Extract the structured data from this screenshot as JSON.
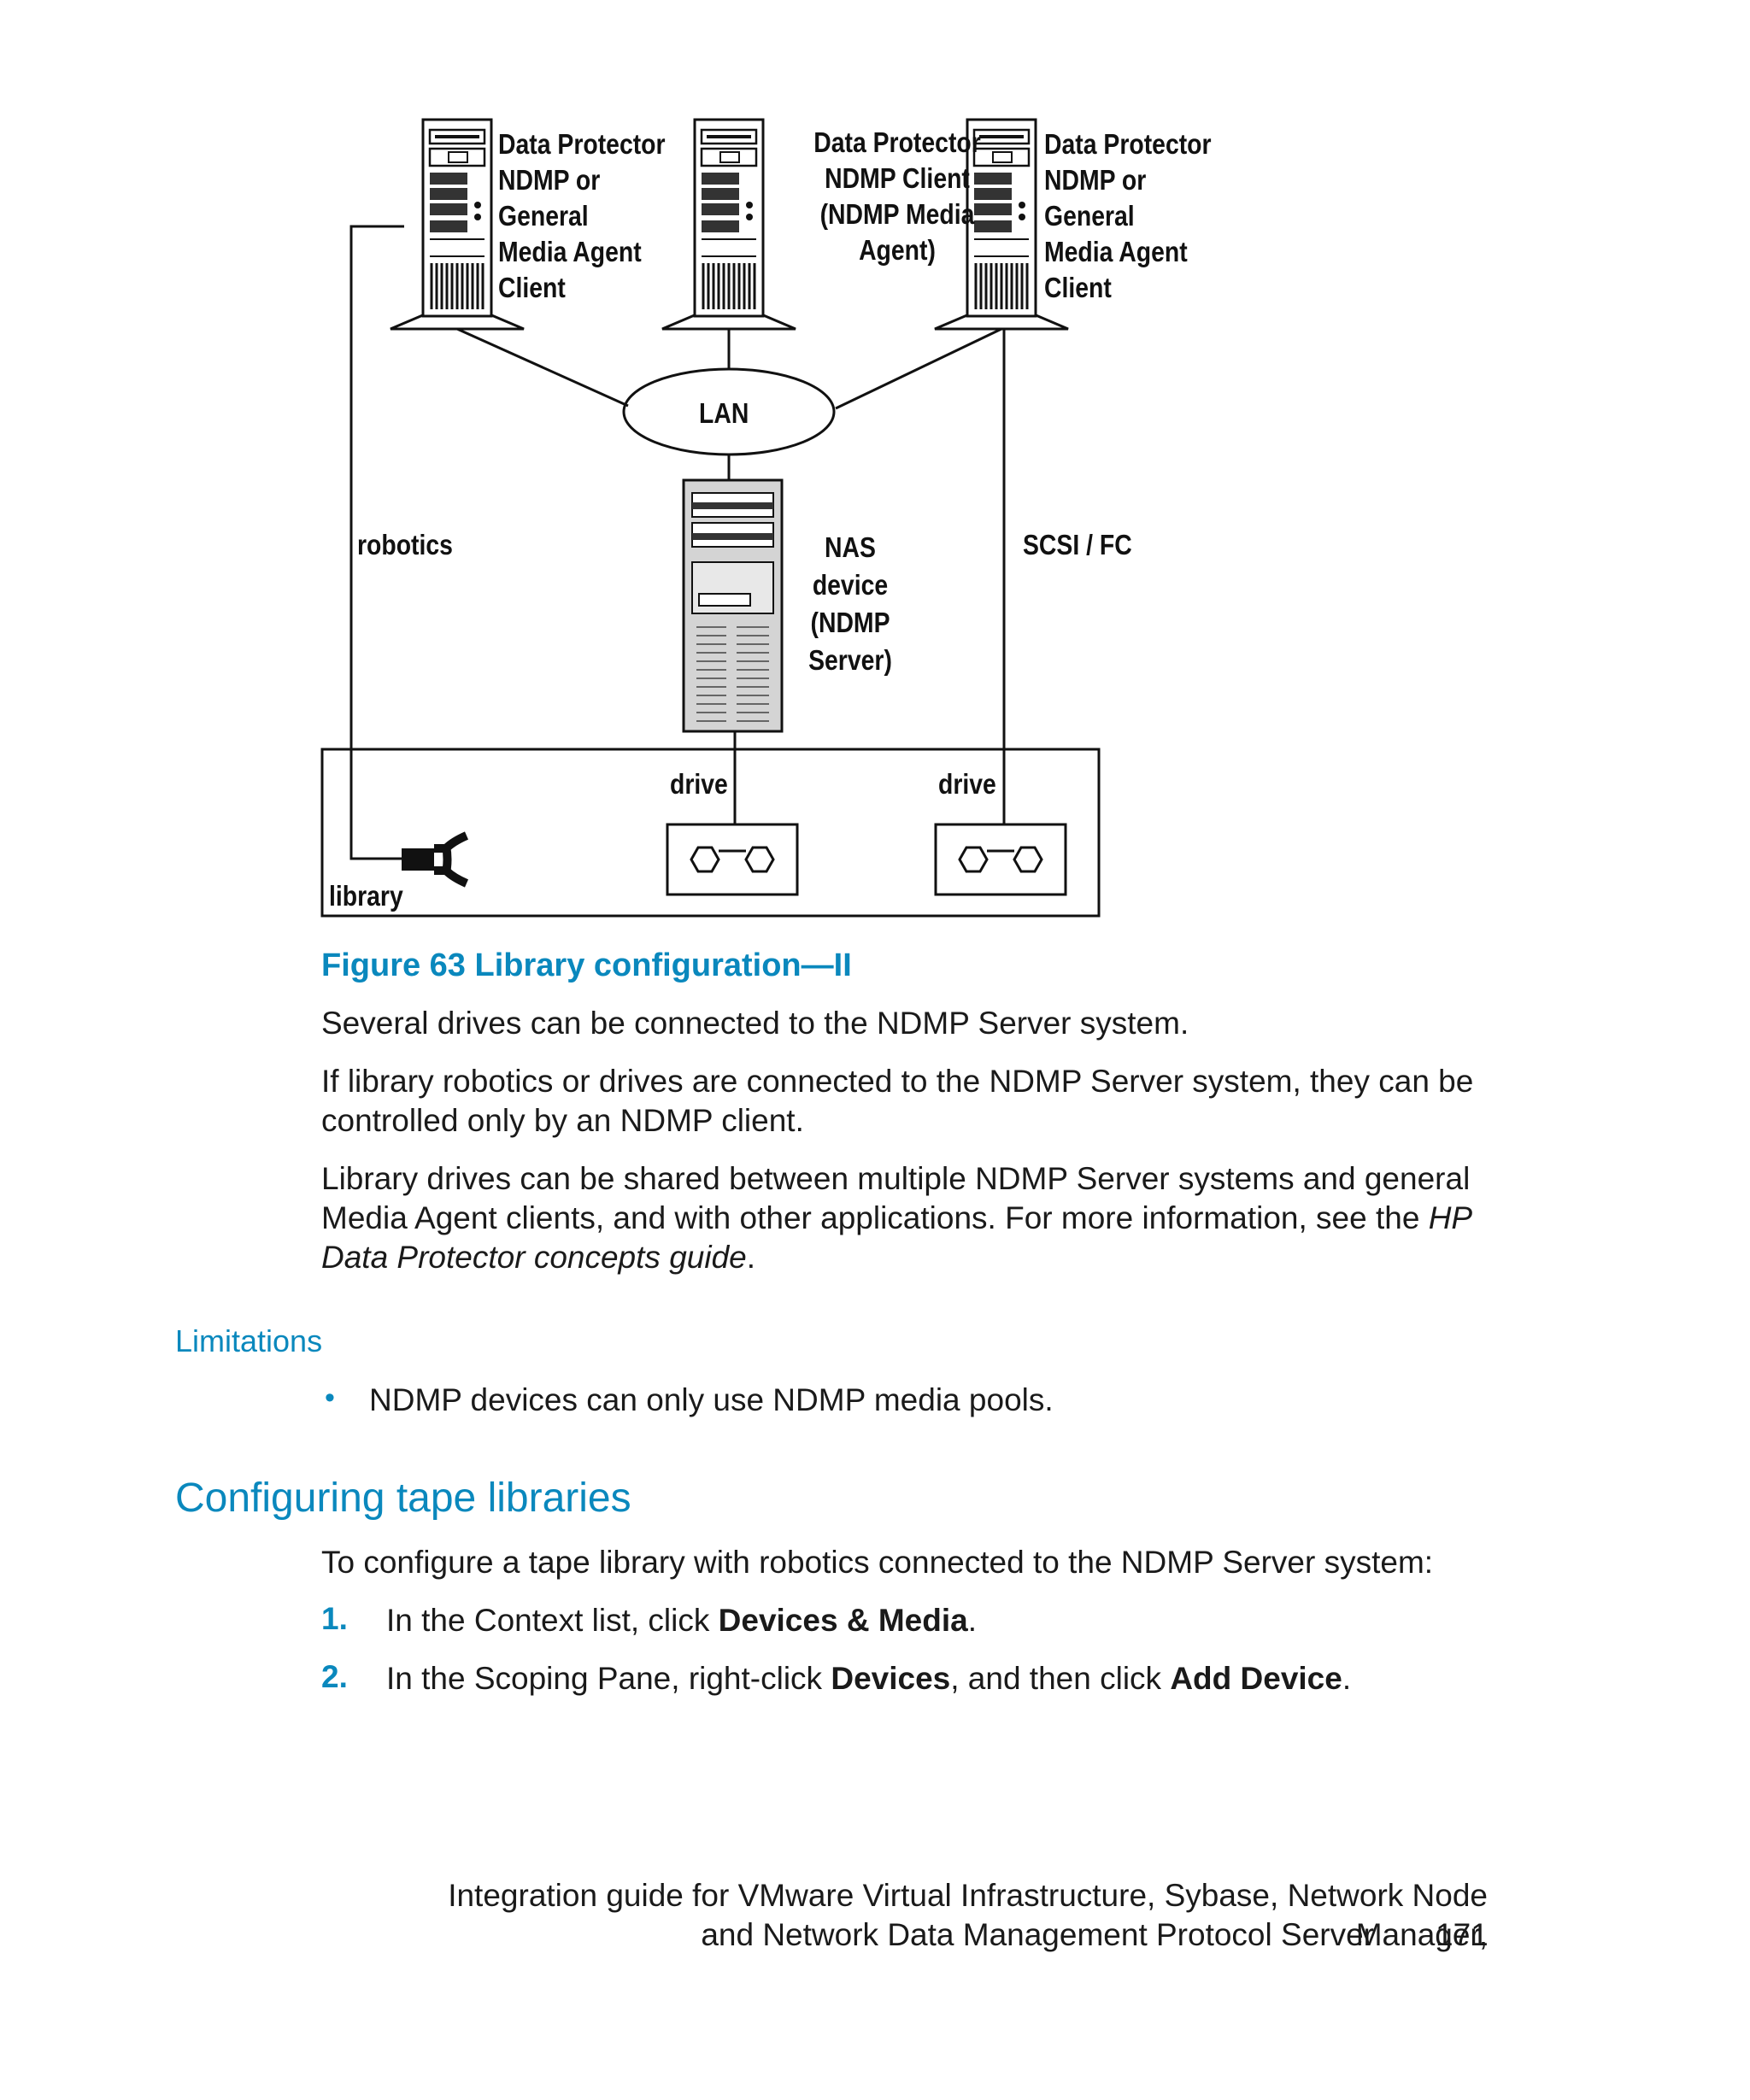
{
  "diagram": {
    "hosts": [
      {
        "label": "Data Protector\nNDMP or\nGeneral\nMedia Agent\nClient"
      },
      {
        "label": "Data Protector\nNDMP Client\n(NDMP Media\nAgent)"
      },
      {
        "label": "Data Protector\nNDMP or\nGeneral\nMedia Agent\nClient"
      }
    ],
    "lan": "LAN",
    "nas": "NAS\ndevice\n(NDMP\nServer)",
    "robotics": "robotics",
    "scsi": "SCSI / FC",
    "drive_left": "drive",
    "drive_right": "drive",
    "library": "library"
  },
  "figure": {
    "caption": "Figure 63 Library configuration—II"
  },
  "body": {
    "p1": "Several drives can be connected to the NDMP Server system.",
    "p2_line1": "If library robotics or drives are connected to the NDMP Server system, they can be",
    "p2_line2": "controlled only by an NDMP client.",
    "p3_line1": "Library drives can be shared between multiple NDMP Server systems and general",
    "p3_line2": "Media Agent clients, and with other applications. For more information, see the",
    "p3_line2_italic": "HP",
    "p3_line3_italic": "Data Protector concepts guide",
    "p3_line3_end": "."
  },
  "limitations": {
    "heading": "Limitations",
    "bullet": "•",
    "item": "NDMP devices can only use NDMP media pools."
  },
  "section": {
    "title": "Configuring tape libraries",
    "intro": "To configure a tape library with robotics connected to the NDMP Server system:",
    "steps": [
      {
        "num": "1.",
        "pre": "In the Context list, click ",
        "b1": "Devices & Media",
        "post": "."
      },
      {
        "num": "2.",
        "pre": "In the Scoping Pane, right-click ",
        "b1": "Devices",
        "mid": ", and then click ",
        "b2": "Add Device",
        "post": "."
      }
    ]
  },
  "footer": {
    "line1": "Integration guide for VMware Virtual Infrastructure, Sybase, Network Node Manager,",
    "line2": "and Network Data Management Protocol Server",
    "page": "171"
  }
}
